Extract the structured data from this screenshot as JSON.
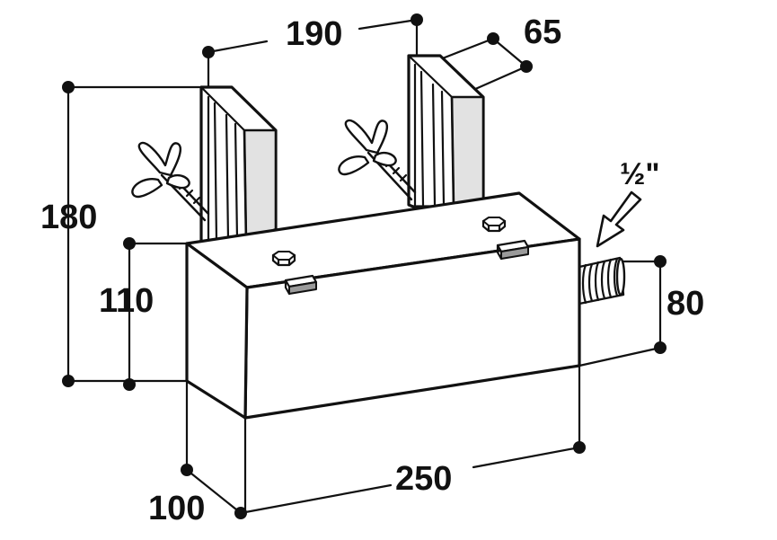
{
  "dimensions": {
    "width_between_handles": "190",
    "handle_depth": "65",
    "total_height": "180",
    "body_height": "110",
    "outlet_height": "80",
    "depth": "100",
    "length": "250",
    "thread_size": "½\""
  }
}
